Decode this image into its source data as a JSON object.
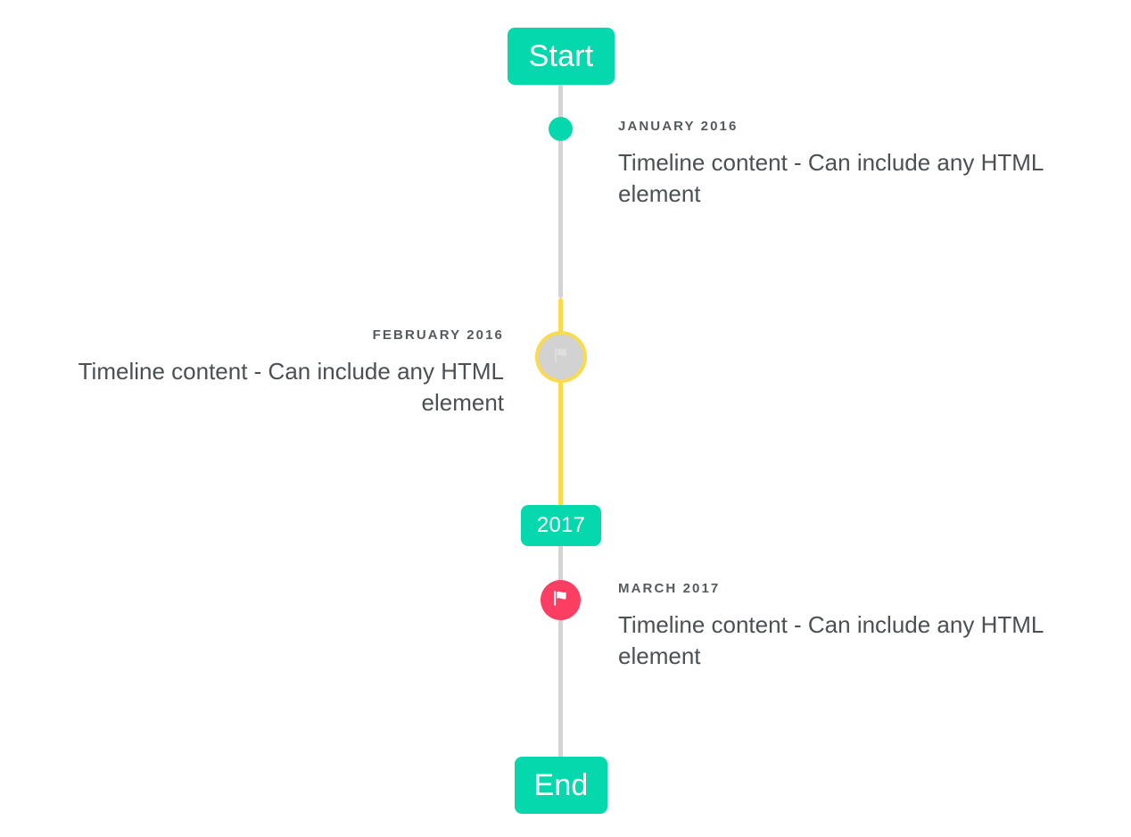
{
  "theme": {
    "background": "#ffffff",
    "accent_teal": "#05d8ac",
    "accent_yellow": "#fada4e",
    "accent_pink": "#fd3e63",
    "line_gray": "#d4d4d4",
    "marker_gray": "#d2d2d2",
    "text_dark": "#4b5053",
    "text_date": "#555a5c"
  },
  "timeline": {
    "caps": {
      "start_label": "Start",
      "middle_label": "2017",
      "end_label": "End"
    },
    "entries": [
      {
        "id": "january-2016",
        "date": "JANUARY 2016",
        "body": "Timeline content - Can include any HTML element",
        "side": "right",
        "marker": {
          "type": "dot",
          "icon": "filled-circle-icon",
          "color": "#05d8ac"
        }
      },
      {
        "id": "february-2016",
        "date": "FEBRUARY 2016",
        "body": "Timeline content - Can include any HTML element",
        "side": "left",
        "marker": {
          "type": "ring",
          "icon": "flag-icon",
          "color": "#d2d2d2",
          "ring_color": "#fada4e"
        }
      },
      {
        "id": "march-2017",
        "date": "MARCH 2017",
        "body": "Timeline content - Can include any HTML element",
        "side": "right",
        "marker": {
          "type": "badge",
          "icon": "flag-icon",
          "color": "#fd3e63"
        }
      }
    ]
  }
}
